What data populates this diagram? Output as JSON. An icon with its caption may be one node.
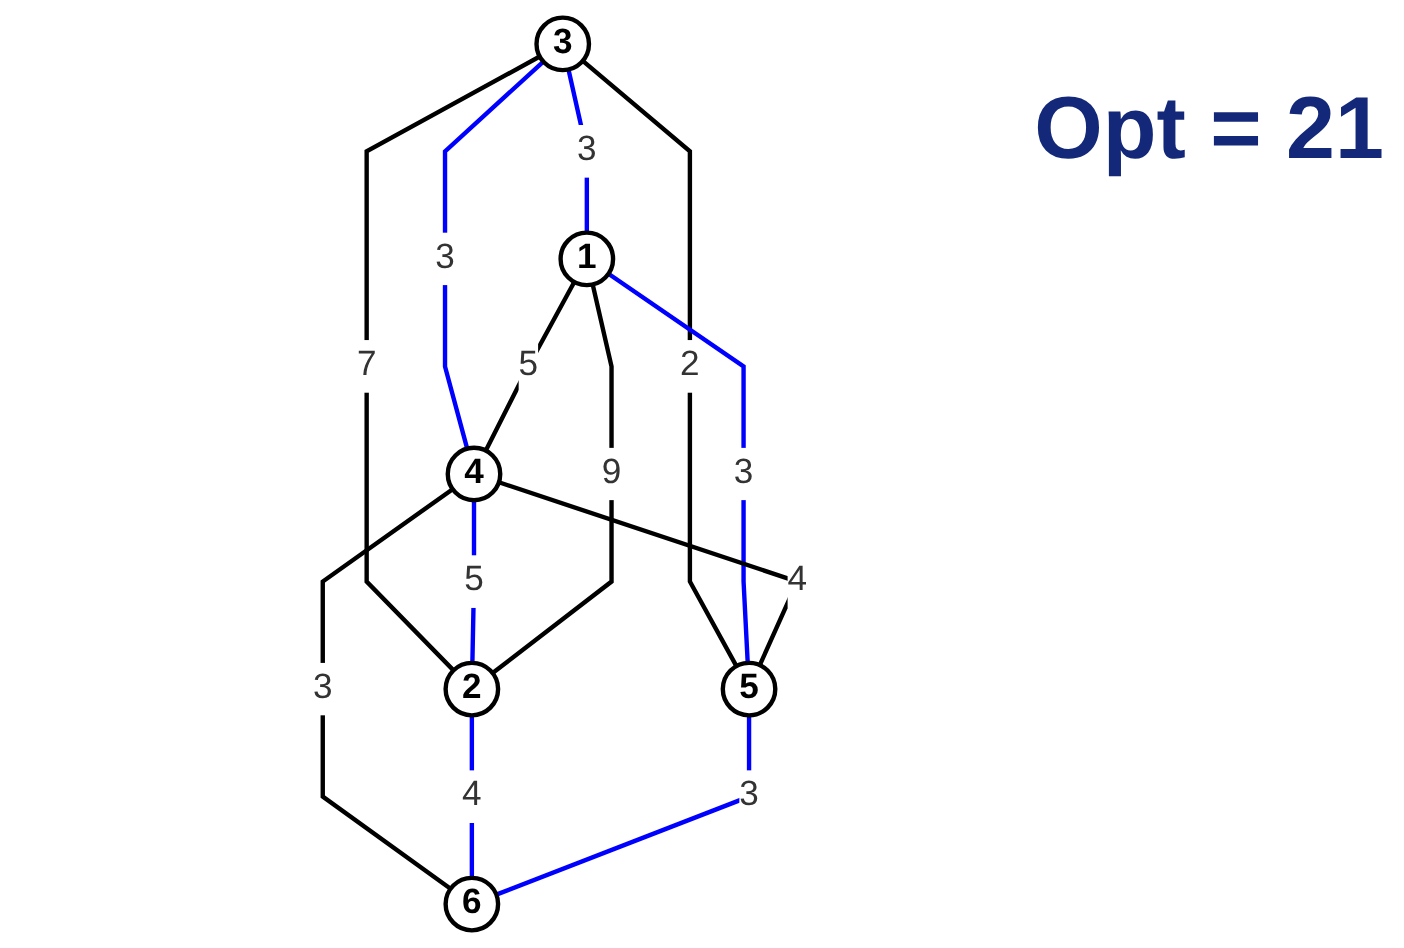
{
  "diagram": {
    "nodes": [
      {
        "text": [
          "3"
        ]
      },
      {
        "text": [
          "4"
        ]
      },
      {
        "text": [
          "1"
        ]
      },
      {
        "text": [
          "2"
        ]
      },
      {
        "text": [
          "5"
        ]
      },
      {
        "text": [
          "6"
        ]
      }
    ],
    "edges": [
      {
        "from": 0,
        "to": 4,
        "arrow": "none",
        "label": "2"
      },
      {
        "from": 0,
        "to": 2,
        "arrow": "none",
        "label": "3",
        "color": "#0000ff"
      },
      {
        "from": 0,
        "to": 1,
        "arrow": "none",
        "label": "3",
        "color": "#0000ff"
      },
      {
        "from": 0,
        "to": 3,
        "arrow": "none",
        "label": "7"
      },
      {
        "from": 2,
        "to": 1,
        "arrow": "none",
        "label": "5"
      },
      {
        "from": 1,
        "to": 3,
        "arrow": "none",
        "label": "5",
        "color": "#0000ff"
      },
      {
        "from": 2,
        "to": 3,
        "arrow": "none",
        "label": "9"
      },
      {
        "from": 2,
        "to": 4,
        "arrow": "none",
        "label": "3",
        "color": "#0000ff"
      },
      {
        "from": 1,
        "to": 4,
        "arrow": "none",
        "label": "4"
      },
      {
        "from": 1,
        "to": 5,
        "arrow": "none",
        "label": "3"
      },
      {
        "from": 3,
        "to": 5,
        "arrow": "none",
        "label": "4",
        "color": "#0000ff"
      },
      {
        "from": 4,
        "to": 5,
        "arrow": "none",
        "label": "3",
        "color": "#0000ff"
      }
    ],
    "labels": [
      "Opt = 21"
    ]
  }
}
